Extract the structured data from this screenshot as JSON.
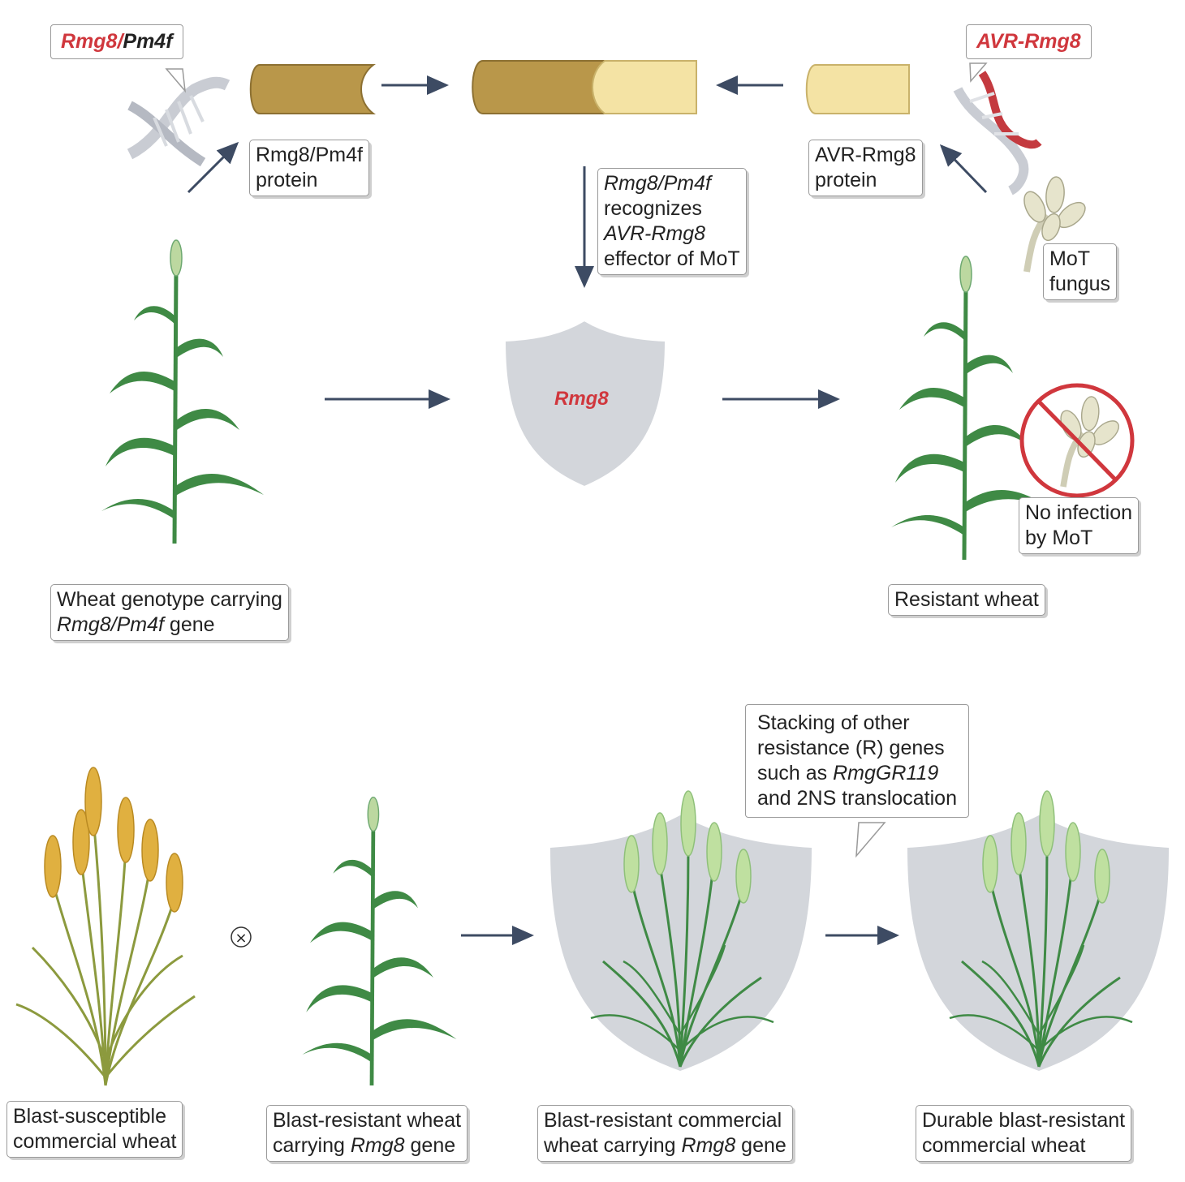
{
  "labels": {
    "gene_left_a": "Rmg8/",
    "gene_left_b": "Pm4f",
    "gene_right": "AVR-Rmg8",
    "rmg8_protein_l1": "Rmg8/Pm4f",
    "rmg8_protein_l2": "protein",
    "avr_protein_l1": "AVR-Rmg8",
    "avr_protein_l2": "protein",
    "recog_l1": "Rmg8/Pm4f",
    "recog_l2": "recognizes",
    "recog_l3": "AVR-Rmg8",
    "recog_l4": "effector of MoT",
    "mot_l1": "MoT",
    "mot_l2": "fungus",
    "shield": "Rmg8",
    "noinf_l1": "No infection",
    "noinf_l2": "by MoT",
    "resistant": "Resistant wheat",
    "genotype_l1": "Wheat genotype carrying",
    "genotype_l2a": "Rmg8/Pm4f",
    "genotype_l2b": " gene",
    "stack_l1": "Stacking of other",
    "stack_l2": "resistance (R) genes",
    "stack_l3a": "such as ",
    "stack_l3b": "RmgGR119",
    "stack_l4": "and 2NS translocation",
    "b1_l1": "Blast-susceptible",
    "b1_l2": "commercial wheat",
    "b2_l1": "Blast-resistant wheat",
    "b2_l2a": "carrying ",
    "b2_l2b": "Rmg8",
    "b2_l2c": " gene",
    "b3_l1": "Blast-resistant commercial",
    "b3_l2a": "wheat carrying ",
    "b3_l2b": "Rmg8",
    "b3_l2c": " gene",
    "b4_l1": "Durable blast-resistant",
    "b4_l2": "commercial wheat",
    "cross": "×"
  },
  "colors": {
    "accent_red": "#d0373d",
    "protein_dark": "#b9974a",
    "protein_light": "#f4e3a4",
    "shield_gray": "#d3d6db",
    "plant_green": "#3f8a45",
    "ear_gold": "#e0b040",
    "arrow": "#3d4b63"
  },
  "icons": [
    "dna-icon",
    "fungus-icon",
    "no-symbol-icon",
    "shield-icon",
    "wheat-plant-icon",
    "cross-icon"
  ]
}
